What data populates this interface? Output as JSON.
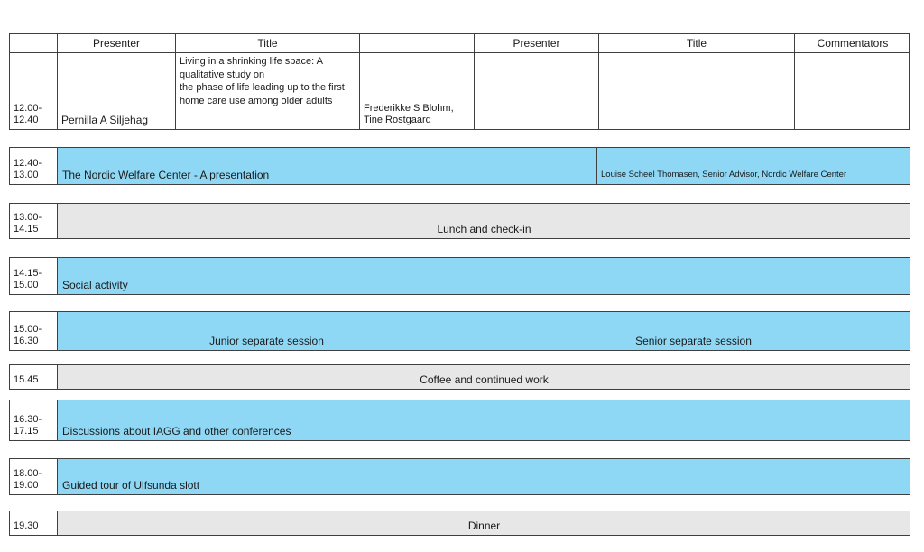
{
  "colors": {
    "blue": "#8fd8f5",
    "gray": "#e7e7e7",
    "border": "#3f3f3f",
    "text": "#1a1a1a",
    "page_bg": "#ffffff"
  },
  "paper_session": {
    "headers": {
      "presenter_left": "Presenter",
      "title_left": "Title",
      "presenter_right": "Presenter",
      "title_right": "Title",
      "commentators": "Commentators"
    },
    "row": {
      "time": "12.00-\n12.40",
      "presenter": "Pernilla A Siljehag",
      "title": "Living in a shrinking life space: A qualitative study on\nthe phase of life leading up to the first home care use among older adults",
      "copresenters": "Frederikke S Blohm,\nTine Rostgaard"
    }
  },
  "rows": {
    "nordic_welfare": {
      "time": "12.40-\n13.00",
      "label": "The Nordic Welfare Center - A presentation",
      "note": "Louise Scheel Thomasen, Senior Advisor, Nordic Welfare Center"
    },
    "lunch": {
      "time": "13.00-\n14.15",
      "label": "Lunch and check-in"
    },
    "social": {
      "time": "14.15-\n15.00",
      "label": "Social activity"
    },
    "separate_sessions": {
      "time": "15.00-\n16.30",
      "junior": "Junior separate session",
      "senior": "Senior separate session"
    },
    "coffee": {
      "time": "15.45",
      "label": "Coffee and continued work"
    },
    "iagg": {
      "time": "16.30-\n17.15",
      "label": "Discussions about IAGG and other conferences"
    },
    "tour": {
      "time": "18.00-\n19.00",
      "label": "Guided tour of Ulfsunda slott"
    },
    "dinner": {
      "time": "19.30",
      "label": "Dinner"
    }
  }
}
